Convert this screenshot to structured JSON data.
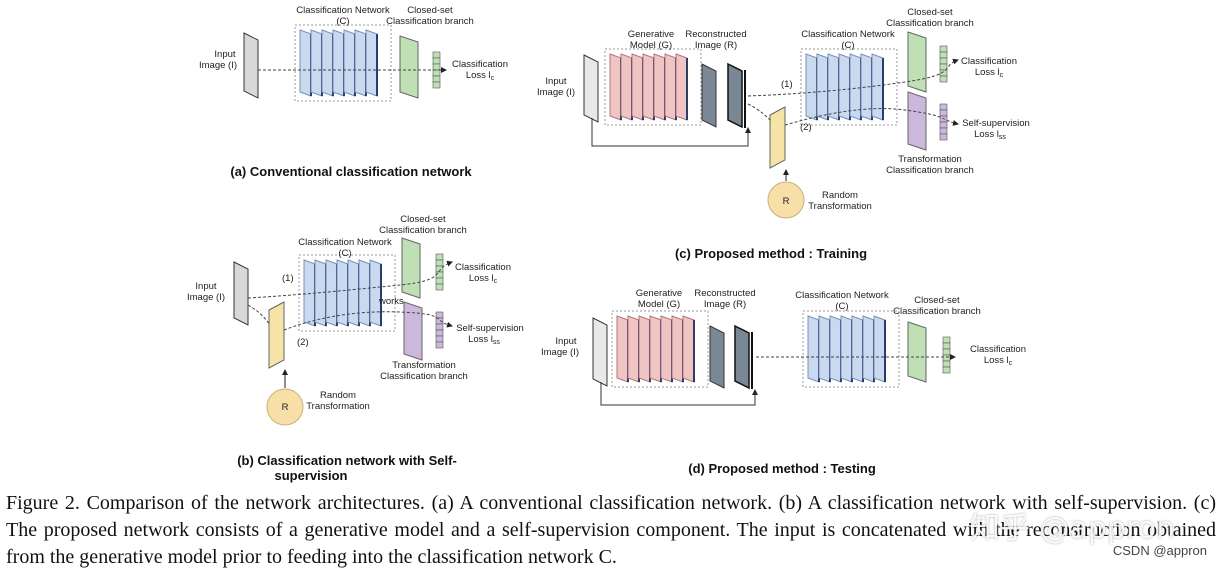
{
  "labels": {
    "input_image": [
      "Input",
      "Image (I)"
    ],
    "classification_network": [
      "Classification Network",
      "(C)"
    ],
    "closed_set": [
      "Closed-set",
      "Classification branch"
    ],
    "classification_loss": [
      "Classification",
      "Loss  l"
    ],
    "loss_c_sub": "c",
    "generative_model": [
      "Generative",
      "Model (G)"
    ],
    "reconstructed_image": [
      "Reconstructed",
      "Image (R)"
    ],
    "random_transformation": [
      "Random",
      "Transformation"
    ],
    "r": "R",
    "self_supervision_loss": [
      "Self-supervision",
      "Loss  l"
    ],
    "loss_ss_sub": "ss",
    "transformation_branch": [
      "Transformation",
      "Classification branch"
    ],
    "path_1": "(1)",
    "path_2": "(2)",
    "works": "works"
  },
  "captions": {
    "a": "(a) Conventional classification network",
    "b": [
      "(b) Classification network with Self-",
      "supervision"
    ],
    "c": "(c) Proposed method : Training",
    "d": "(d) Proposed method : Testing"
  },
  "figure_caption": "Figure 2. Comparison of the network architectures.  (a) A conventional classification network.  (b) A classification network with self-supervision.  (c) The proposed network consists of a generative model and a self-supervision component.  The input is concatenated with the reconstruction obtained from the generative model prior to feeding into the classification network C.",
  "watermark": {
    "zhihu": "知乎 @appron",
    "csdn": "CSDN @appron"
  },
  "colors": {
    "blue_block": "#c9d9f0",
    "red_block": "#f1c4c4",
    "green_branch": "#bfe0b4",
    "purple_branch": "#cdb8dd",
    "yellow_block": "#f6e3a6",
    "r_circle": "#f7dfa8"
  }
}
